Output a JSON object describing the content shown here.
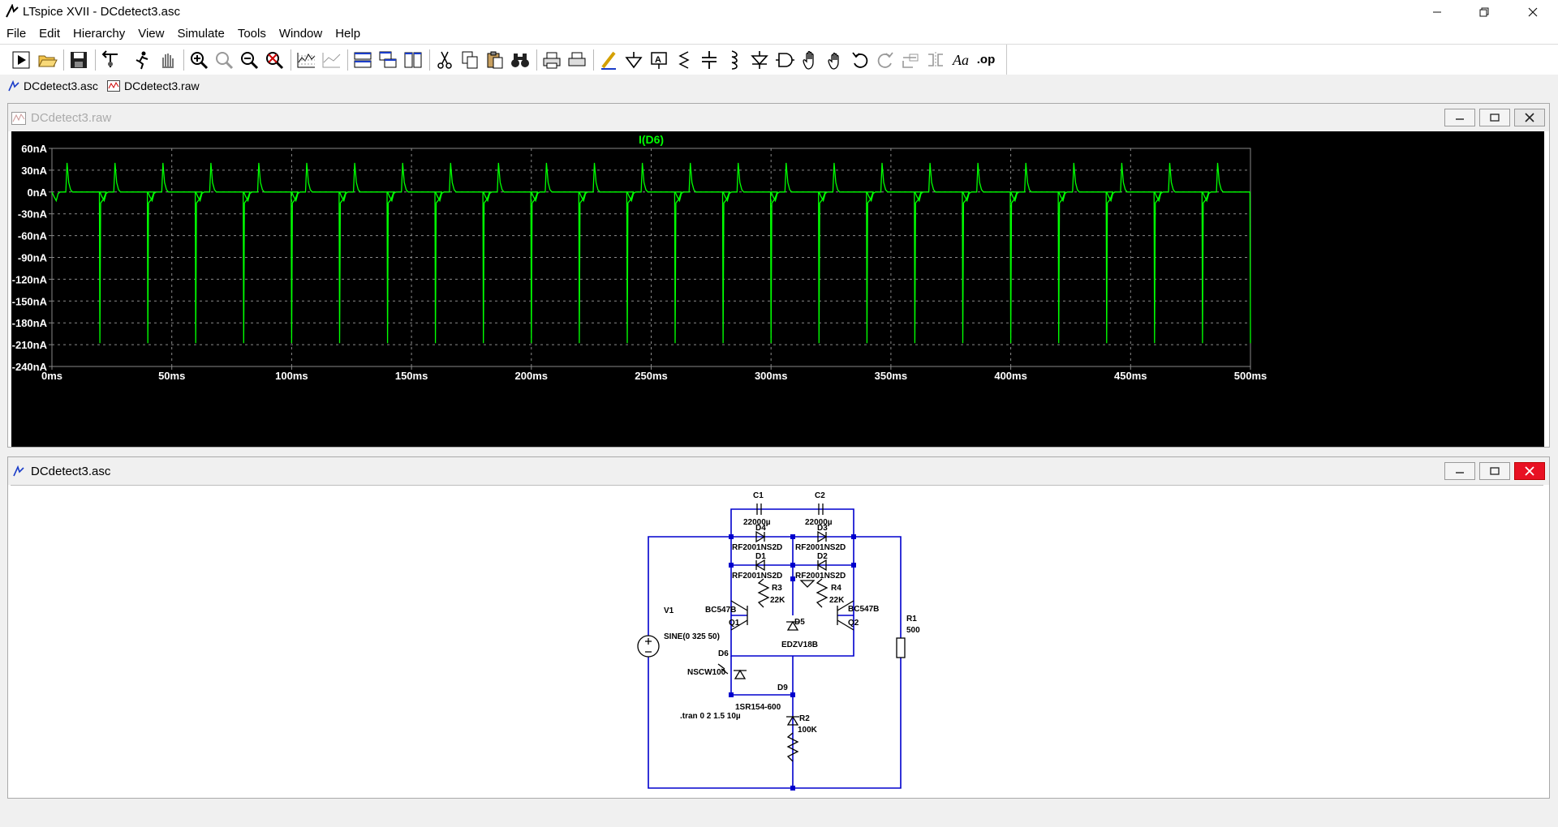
{
  "window": {
    "title": "LTspice XVII - DCdetect3.asc"
  },
  "menu": [
    {
      "key": "file",
      "label": "File"
    },
    {
      "key": "edit",
      "label": "Edit"
    },
    {
      "key": "hierarchy",
      "label": "Hierarchy"
    },
    {
      "key": "view",
      "label": "View"
    },
    {
      "key": "simulate",
      "label": "Simulate"
    },
    {
      "key": "tools",
      "label": "Tools"
    },
    {
      "key": "window",
      "label": "Window"
    },
    {
      "key": "help",
      "label": "Help"
    }
  ],
  "toolbar": {
    "op_label": ".op",
    "font_label": "Aa"
  },
  "tabs": [
    {
      "label": "DCdetect3.asc",
      "icon": "schematic-icon"
    },
    {
      "label": "DCdetect3.raw",
      "icon": "waveform-icon"
    }
  ],
  "waveform_window": {
    "title": "DCdetect3.raw"
  },
  "schematic_window": {
    "title": "DCdetect3.asc"
  },
  "chart_data": {
    "type": "line",
    "title": "I(D6)",
    "xlabel": "",
    "ylabel": "",
    "x_unit": "ms",
    "y_unit": "nA",
    "xlim": [
      0,
      500
    ],
    "ylim": [
      -240,
      60
    ],
    "x_ticks": [
      "0ms",
      "50ms",
      "100ms",
      "150ms",
      "200ms",
      "250ms",
      "300ms",
      "350ms",
      "400ms",
      "450ms",
      "500ms"
    ],
    "y_ticks": [
      "60nA",
      "30nA",
      "0nA",
      "-30nA",
      "-60nA",
      "-90nA",
      "-120nA",
      "-150nA",
      "-180nA",
      "-210nA",
      "-240nA"
    ],
    "grid": true,
    "series": [
      {
        "name": "I(D6)",
        "color": "#00ff00",
        "period_ms": 20,
        "first_cycle": [
          [
            0,
            0
          ],
          [
            0.8,
            -6
          ],
          [
            1.8,
            -12
          ],
          [
            2.6,
            -2
          ],
          [
            3.5,
            0
          ],
          [
            5.8,
            0
          ],
          [
            6.3,
            40
          ],
          [
            7.0,
            13
          ],
          [
            7.8,
            3
          ],
          [
            8.6,
            0
          ],
          [
            19.8,
            0
          ],
          [
            20.0,
            -208
          ],
          [
            20.3,
            -15
          ],
          [
            21.5,
            -10
          ],
          [
            22.6,
            0
          ]
        ]
      }
    ]
  },
  "schematic": {
    "components": [
      {
        "ref": "C1",
        "value": "22000µ"
      },
      {
        "ref": "C2",
        "value": "22000µ"
      },
      {
        "ref": "D4",
        "value": "RF2001NS2D"
      },
      {
        "ref": "D3",
        "value": "RF2001NS2D"
      },
      {
        "ref": "D1",
        "value": "RF2001NS2D"
      },
      {
        "ref": "D2",
        "value": "RF2001NS2D"
      },
      {
        "ref": "R3",
        "value": "22K"
      },
      {
        "ref": "R4",
        "value": "22K"
      },
      {
        "ref": "Q1",
        "value": "BC547B"
      },
      {
        "ref": "Q2",
        "value": "BC547B"
      },
      {
        "ref": "D5",
        "value": "EDZV18B"
      },
      {
        "ref": "V1",
        "value": "SINE(0 325 50)"
      },
      {
        "ref": "R1",
        "value": "500"
      },
      {
        "ref": "D6",
        "value": "NSCW100"
      },
      {
        "ref": "D9",
        "value": "1SR154-600"
      },
      {
        "ref": "R2",
        "value": "100K"
      }
    ],
    "directive": ".tran 0 2 1.5 10µ"
  }
}
